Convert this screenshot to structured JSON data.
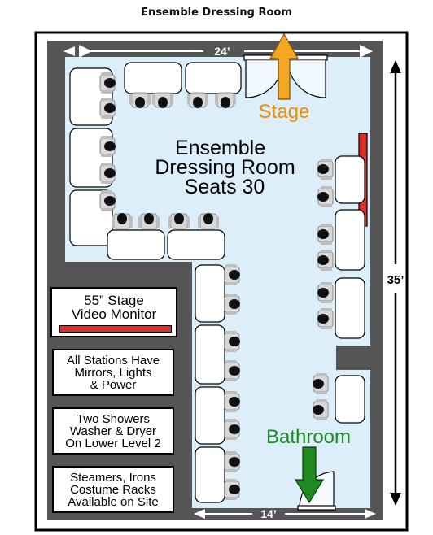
{
  "title": "Ensemble Dressing Room",
  "room_label": [
    "Ensemble",
    "Dressing Room",
    "Seats 30"
  ],
  "dimensions": {
    "top_width": "24’",
    "bottom_width": "14’",
    "height": "35’"
  },
  "doors": {
    "stage": "Stage",
    "bathroom": "Bathroom"
  },
  "legend": {
    "monitor": "55” Stage Video Monitor",
    "monitor_lines": [
      "55” Stage",
      "Video Monitor"
    ],
    "stations": [
      "All Stations Have",
      "Mirrors, Lights",
      "& Power"
    ],
    "showers": [
      "Two Showers",
      "Washer & Dryer",
      "On Lower Level 2"
    ],
    "steamers": [
      "Steamers, Irons",
      "Costume Racks",
      "Available on Site"
    ]
  },
  "colors": {
    "floor": "#dbeefa",
    "wall": "#555555",
    "stage_arrow": "#f5a623",
    "stage_text": "#f08c00",
    "bathroom_arrow": "#1f8a1f",
    "bathroom_text": "#1f8a1f",
    "monitor": "#d9302a"
  }
}
